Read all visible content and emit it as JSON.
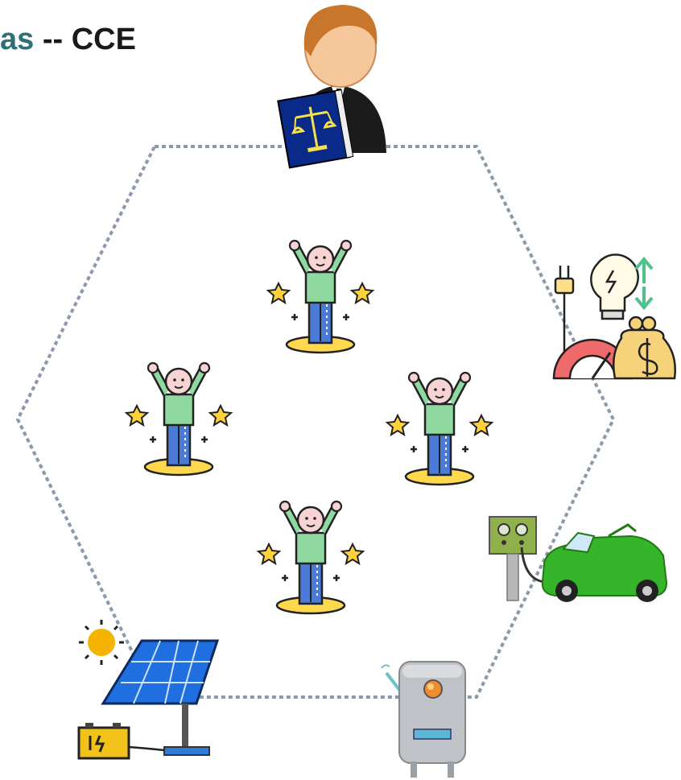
{
  "title": {
    "part_colored": "as",
    "part_dark": " -- CCE",
    "colored_hex": "#2f6f78",
    "dark_hex": "#1a1a1a"
  },
  "colors": {
    "hexagon_outline": "#8c99ab",
    "person_shirt": "#8fd9a0",
    "person_skin": "#f7d3d3",
    "person_pants": "#4b7bd6",
    "person_base": "#ffd84d",
    "star": "#ffd23a",
    "solar_panel": "#1f6fe0",
    "sun": "#f5b400",
    "car": "#37b52a",
    "charger_post": "#8fb04b",
    "gauge": "#ef6b6b",
    "money_bag": "#f6d37a",
    "arrows": "#4fc28c",
    "heater_tank": "#bfc3c8",
    "law_book": "#0a2a8a"
  },
  "icons": {
    "regulator": "judge-with-law-book-icon",
    "energy_market": "energy-price-market-icon",
    "ev_charger": "electric-car-charging-icon",
    "solar": "solar-panel-with-battery-icon",
    "heater": "smart-water-heater-icon",
    "member": "happy-member-icon"
  },
  "members": [
    {
      "name": "member-top"
    },
    {
      "name": "member-left"
    },
    {
      "name": "member-right"
    },
    {
      "name": "member-bottom"
    }
  ]
}
